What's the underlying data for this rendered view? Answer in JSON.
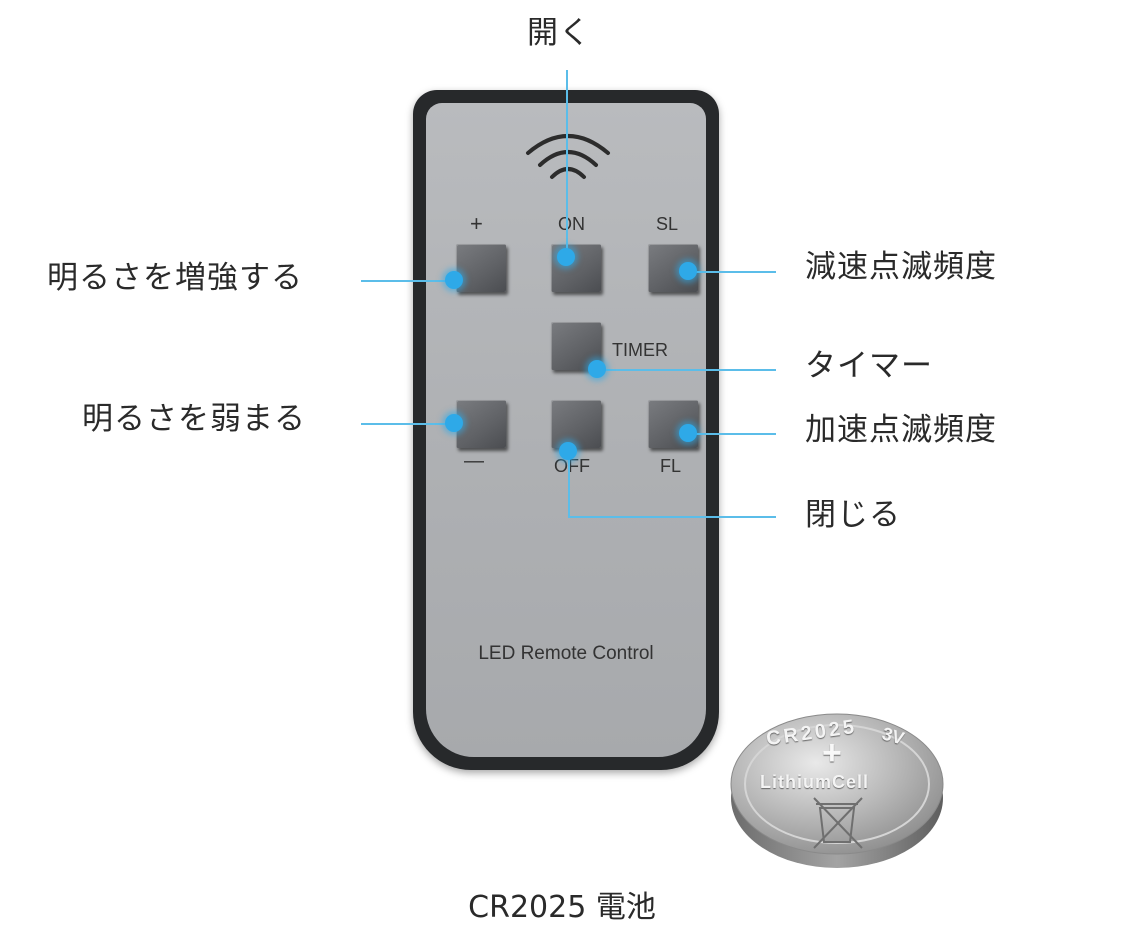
{
  "callouts": {
    "open": "開く",
    "brighter": "明るさを増強する",
    "slower": "減速点滅頻度",
    "timer": "タイマー",
    "dimmer": "明るさを弱まる",
    "faster": "加速点滅頻度",
    "close": "閉じる"
  },
  "remote": {
    "plus_label": "+",
    "on_label": "ON",
    "sl_label": "SL",
    "timer_label": "TIMER",
    "minus_label": "—",
    "off_label": "OFF",
    "fl_label": "FL",
    "brand": "LED Remote Control"
  },
  "battery": {
    "model": "CR2025",
    "voltage": "3V",
    "plus": "+",
    "type": "LithiumCell"
  },
  "caption": "CR2025 電池",
  "colors": {
    "accent": "#2ea9e8",
    "remote_frame": "#27292b",
    "remote_face": "#b4b6b9",
    "button": "#606266"
  }
}
